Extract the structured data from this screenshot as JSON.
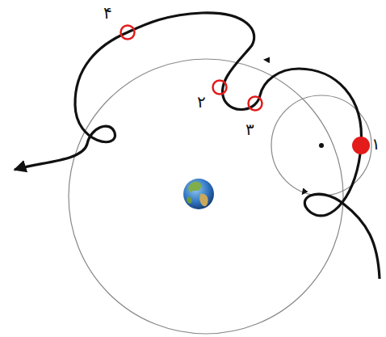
{
  "diagram": {
    "labels": [
      "۱",
      "۲",
      "۳",
      "۴"
    ]
  }
}
